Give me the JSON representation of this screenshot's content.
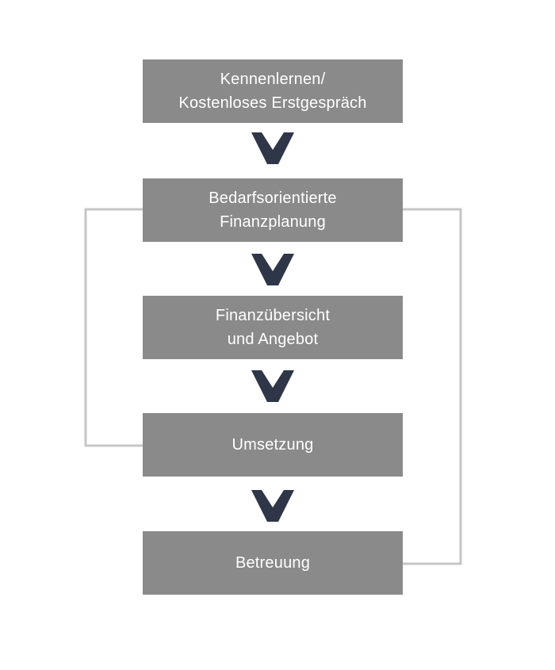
{
  "colors": {
    "box": "#8a8a8a",
    "arrow": "#2f3648",
    "connector": "#c6c6c6",
    "text": "#ffffff"
  },
  "steps": [
    {
      "label": "Kennenlernen/\nKostenloses Erstgespräch"
    },
    {
      "label": "Bedarfsorientierte\nFinanzplanung"
    },
    {
      "label": "Finanzübersicht\nund Angebot"
    },
    {
      "label": "Umsetzung"
    },
    {
      "label": "Betreuung"
    }
  ],
  "arrow_icon": "chevron-down-icon"
}
